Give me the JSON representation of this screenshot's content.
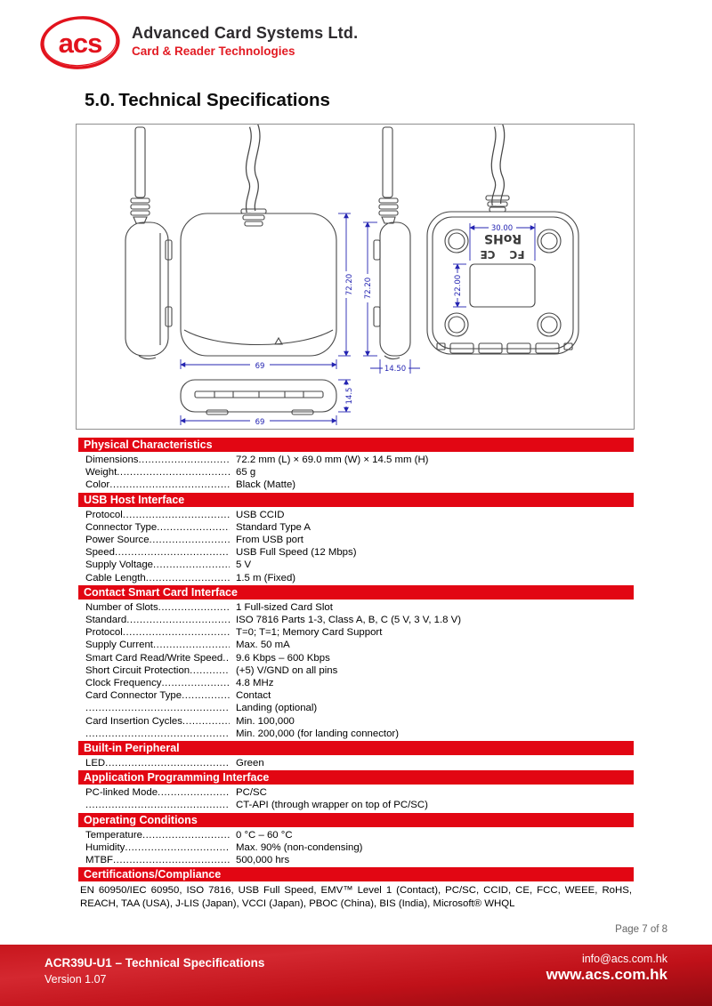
{
  "header": {
    "logo_text": "acs",
    "company_name": "Advanced Card Systems Ltd.",
    "company_tagline": "Card & Reader Technologies"
  },
  "title": {
    "number": "5.0.",
    "text": "Technical Specifications"
  },
  "drawing": {
    "front_height": "72.20",
    "front_width": "69",
    "bottom_width": "69",
    "bottom_height": "14.5",
    "side_height": "72.20",
    "side_width": "14.50",
    "back_label_width": "30.00",
    "back_label_height": "22.00",
    "mark_rohs": "RoHS",
    "mark_ce": "CE",
    "mark_fcc": "FC"
  },
  "sections": [
    {
      "header": "Physical Characteristics",
      "rows": [
        {
          "label": "Dimensions",
          "value": "72.2 mm (L) × 69.0 mm (W) × 14.5 mm (H)"
        },
        {
          "label": "Weight",
          "value": "65 g"
        },
        {
          "label": "Color",
          "value": "Black (Matte)"
        }
      ]
    },
    {
      "header": "USB Host Interface",
      "rows": [
        {
          "label": "Protocol",
          "value": "USB CCID"
        },
        {
          "label": "Connector Type",
          "value": "Standard Type A"
        },
        {
          "label": "Power Source",
          "value": "From USB port"
        },
        {
          "label": "Speed",
          "value": "USB Full Speed (12 Mbps)"
        },
        {
          "label": "Supply Voltage",
          "value": "5 V"
        },
        {
          "label": "Cable Length",
          "value": "1.5 m (Fixed)"
        }
      ]
    },
    {
      "header": "Contact Smart Card Interface",
      "rows": [
        {
          "label": "Number of Slots",
          "value": "1 Full-sized Card Slot"
        },
        {
          "label": "Standard",
          "value": "ISO 7816 Parts 1-3, Class A, B, C (5 V, 3 V, 1.8 V)"
        },
        {
          "label": "Protocol",
          "value": "T=0; T=1; Memory Card Support"
        },
        {
          "label": "Supply Current",
          "value": "Max. 50 mA"
        },
        {
          "label": "Smart Card Read/Write Speed",
          "value": "9.6 Kbps – 600 Kbps"
        },
        {
          "label": "Short Circuit Protection ",
          "value": "(+5) V/GND on all pins"
        },
        {
          "label": "Clock Frequency",
          "value": "4.8 MHz"
        },
        {
          "label": "Card Connector Type",
          "value": "Contact"
        },
        {
          "label": "",
          "value": "Landing (optional)"
        },
        {
          "label": "Card Insertion Cycles",
          "value": "Min. 100,000"
        },
        {
          "label": "",
          "value": "Min. 200,000 (for landing connector)"
        }
      ]
    },
    {
      "header": "Built-in Peripheral",
      "rows": [
        {
          "label": "LED",
          "value": "Green"
        }
      ]
    },
    {
      "header": "Application Programming Interface",
      "rows": [
        {
          "label": "PC-linked Mode",
          "value": "PC/SC"
        },
        {
          "label": "",
          "value": "CT-API (through wrapper on top of PC/SC)"
        }
      ]
    },
    {
      "header": "Operating Conditions",
      "rows": [
        {
          "label": "Temperature",
          "value": "0 °C – 60 °C"
        },
        {
          "label": "Humidity",
          "value": "Max. 90% (non-condensing)"
        },
        {
          "label": "MTBF",
          "value": "500,000 hrs"
        }
      ]
    },
    {
      "header": "Certifications/Compliance",
      "text": "EN 60950/IEC 60950, ISO 7816, USB Full Speed, EMV™ Level 1 (Contact), PC/SC, CCID, CE, FCC, WEEE, RoHS, REACH, TAA (USA), J-LIS (Japan), VCCI (Japan), PBOC (China), BIS (India), Microsoft® WHQL"
    }
  ],
  "footer": {
    "page_info": "Page 7 of 8",
    "doc_title": "ACR39U-U1 – Technical Specifications",
    "version": "Version 1.07",
    "email": "info@acs.com.hk",
    "website": "www.acs.com.hk"
  },
  "colors": {
    "accent_red": "#e20613",
    "dim_blue": "#2424b2"
  }
}
